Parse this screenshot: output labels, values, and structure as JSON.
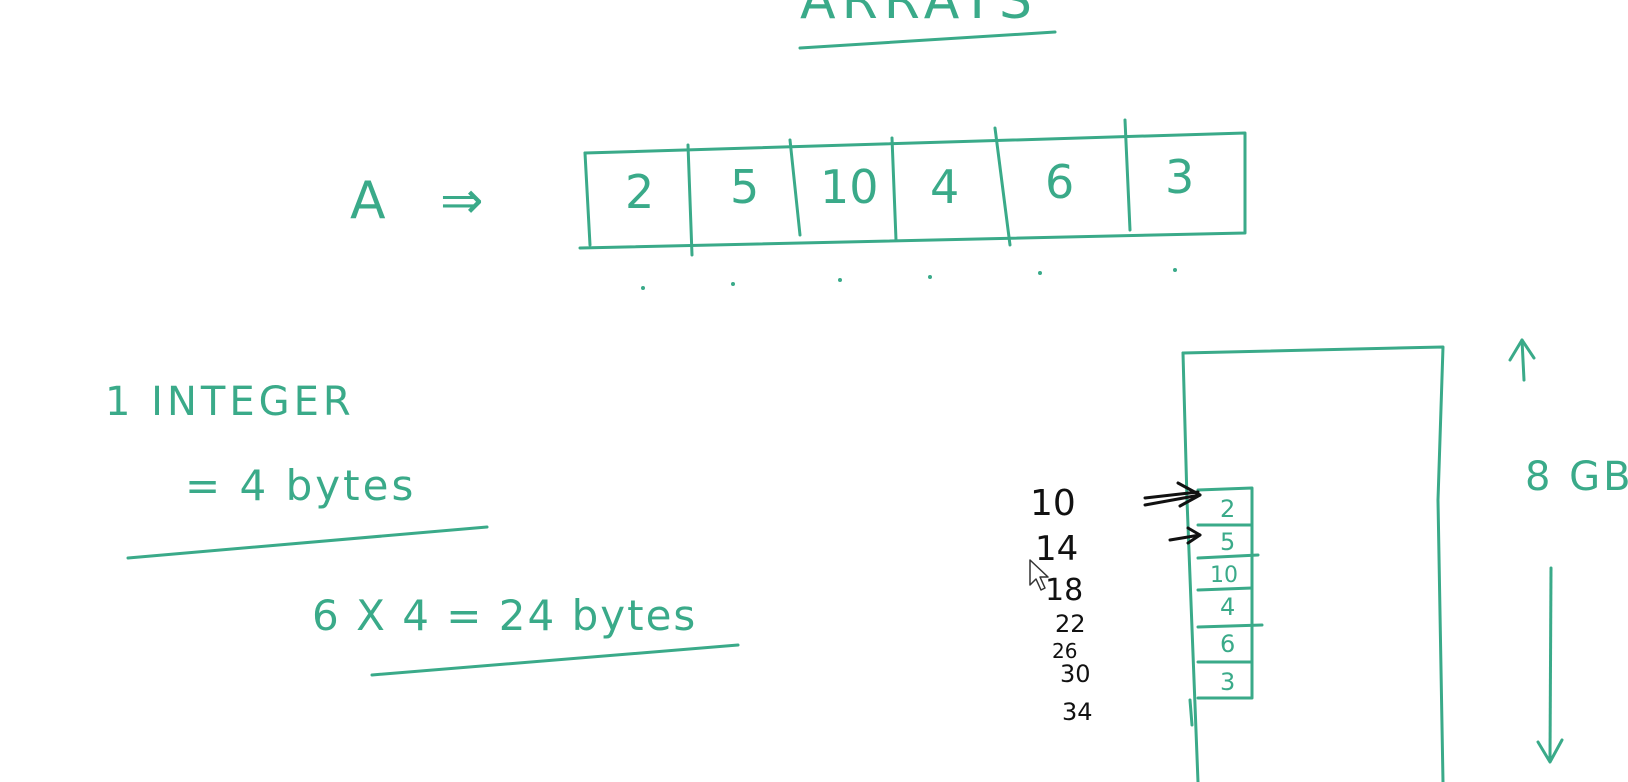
{
  "title": "ARRAYS",
  "array_label": "A",
  "array_arrow": "⇒",
  "array_values": [
    "2",
    "5",
    "10",
    "4",
    "6",
    "3"
  ],
  "notes": {
    "line1": "1 INTEGER",
    "line2": "= 4 bytes",
    "line3": "6 X 4 = 24 bytes"
  },
  "addresses": [
    "10",
    "14",
    "18",
    "22",
    "26",
    "30",
    "34"
  ],
  "memory_values": [
    "2",
    "5",
    "10",
    "4",
    "6",
    "3"
  ],
  "memory_size_label": "8 GB",
  "colors": {
    "ink_green": "#3aaa89",
    "ink_black": "#111111",
    "background": "#ffffff"
  },
  "icons": [
    "mouse-pointer-icon",
    "arrow-right-icon",
    "arrow-up-icon",
    "arrow-down-icon"
  ]
}
